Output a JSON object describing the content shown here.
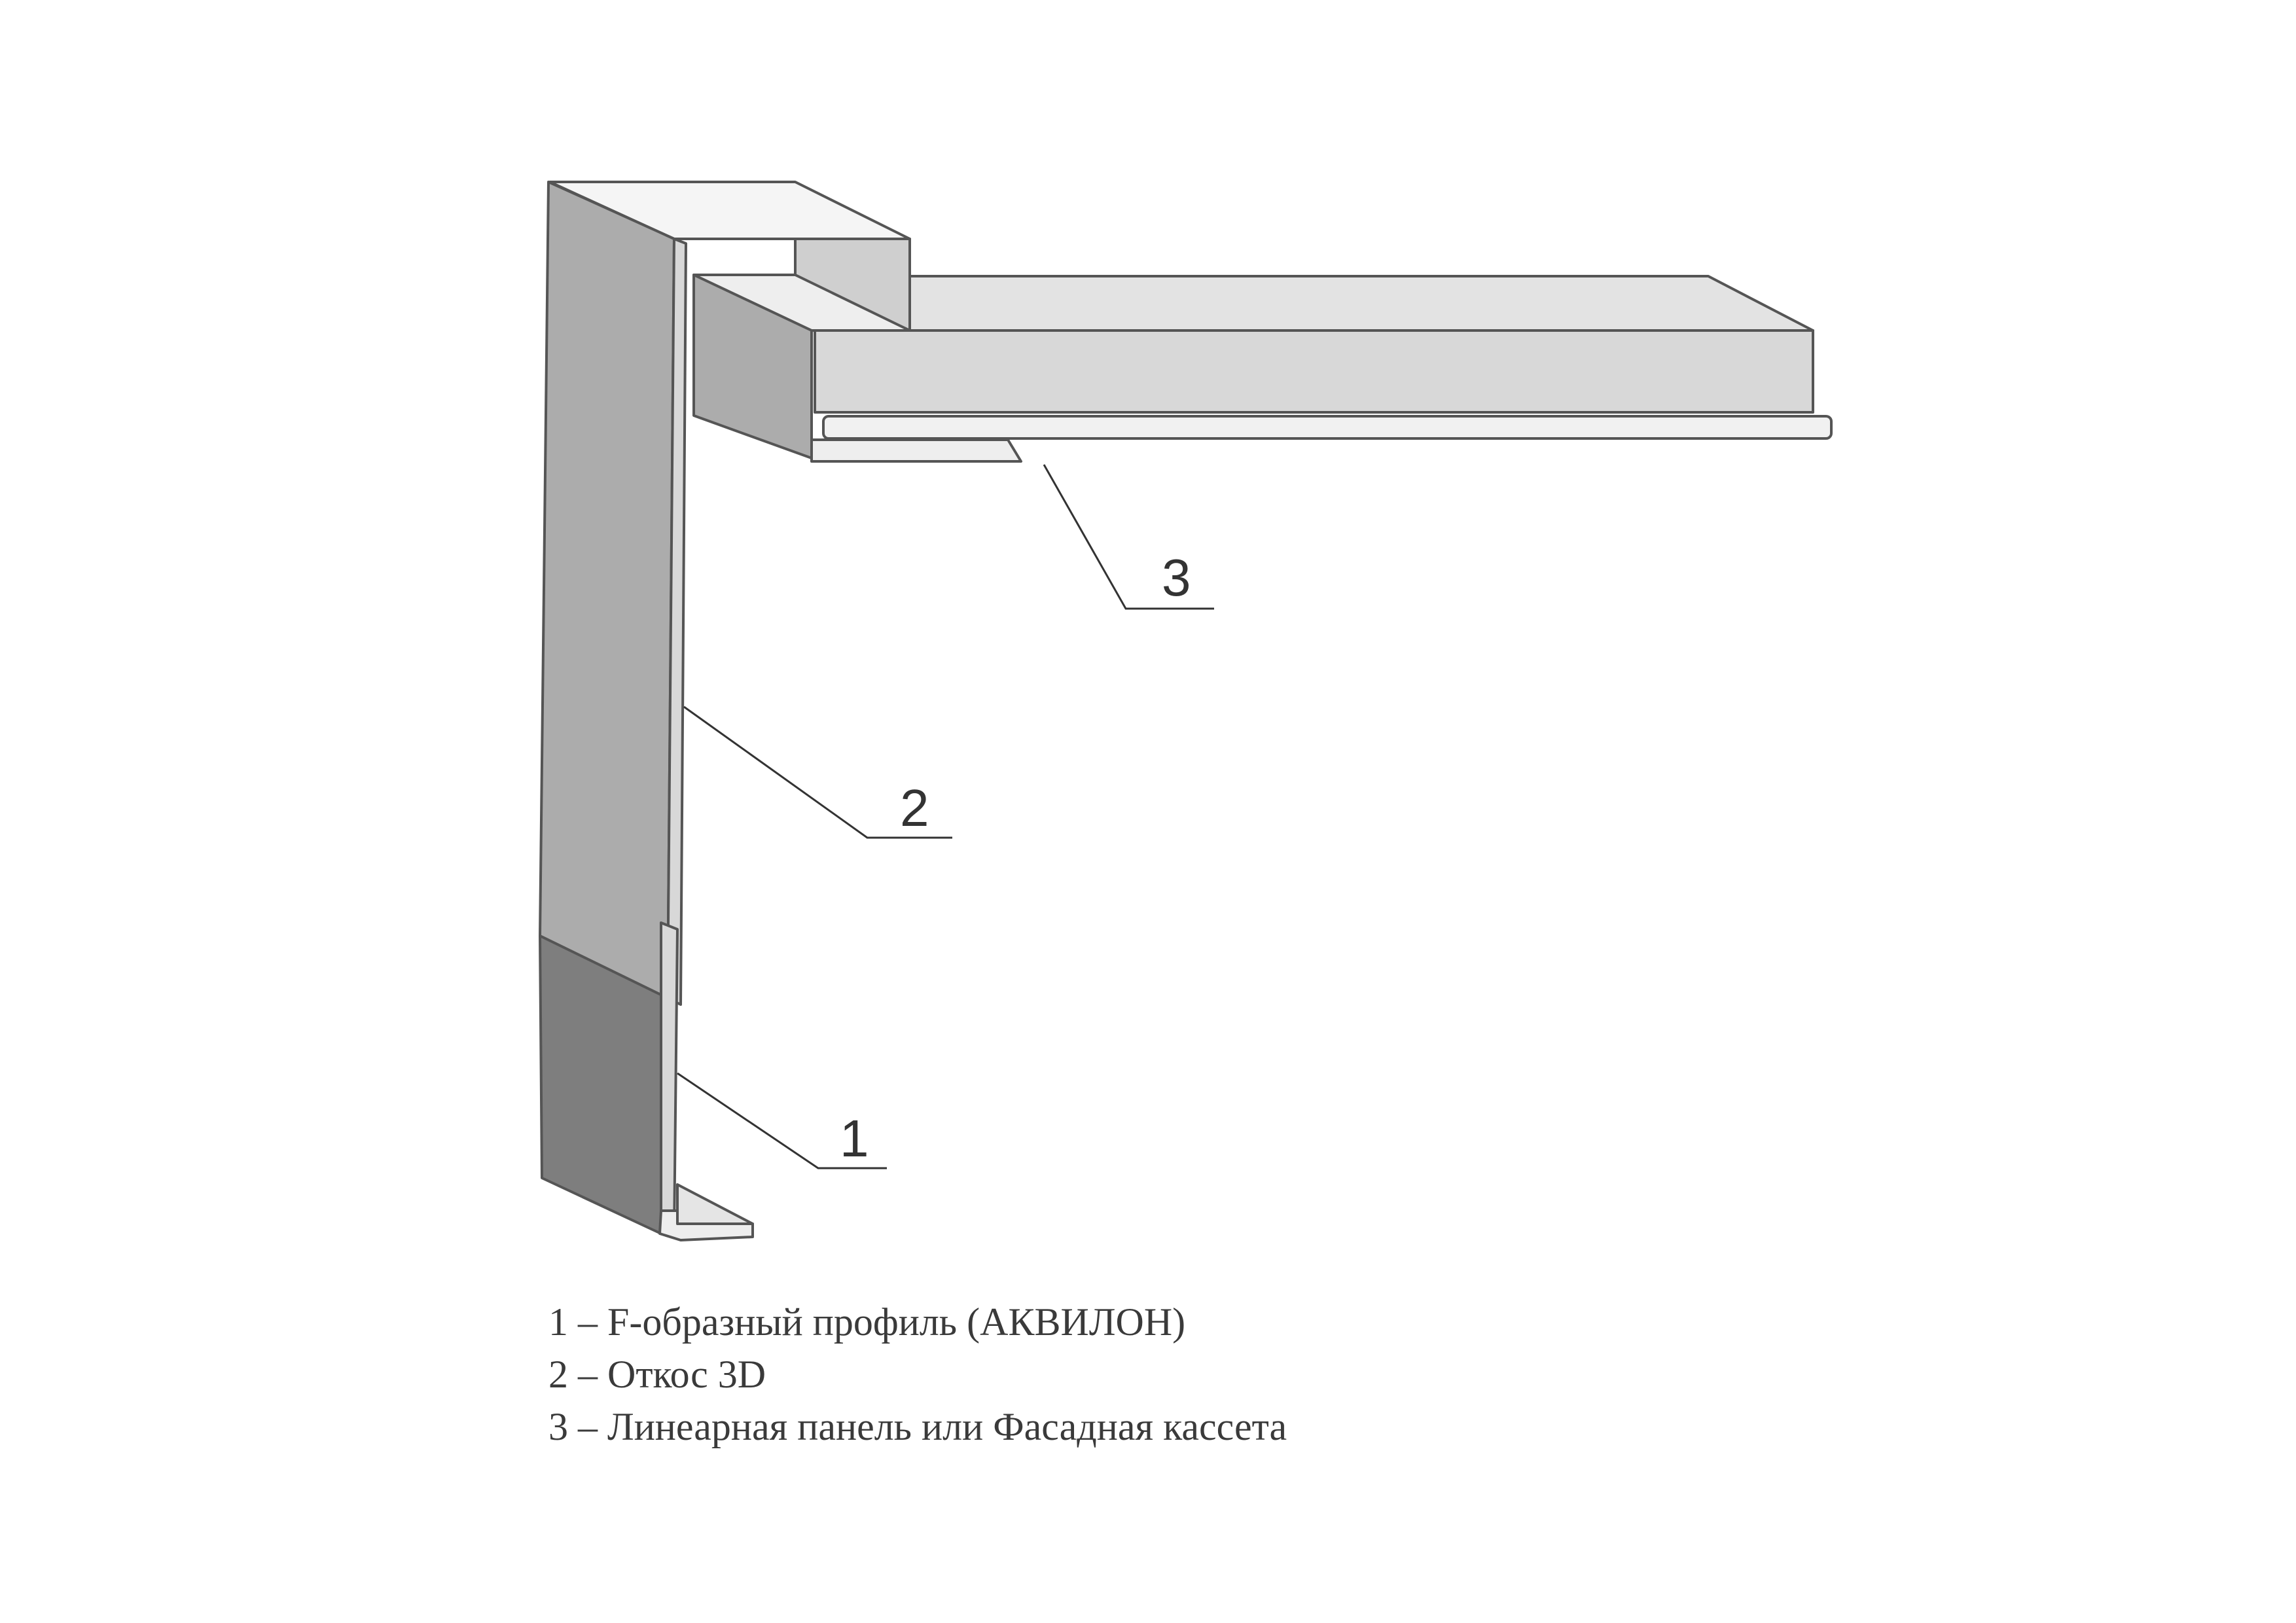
{
  "callouts": [
    {
      "number": "1"
    },
    {
      "number": "2"
    },
    {
      "number": "3"
    }
  ],
  "legend": [
    "1 – F-образный профиль (АКВИЛОН)",
    "2 – Откос 3D",
    "3 – Линеарная панель или Фасадная кассета"
  ],
  "colors": {
    "background": "#ffffff",
    "outline": "#555555",
    "slope_face": "#acacac",
    "slope_inner": "#d4d4d4",
    "profile_dark": "#7e7e7e",
    "panel_top": "#e3e3e3",
    "panel_front": "#d7d7d7",
    "leader_line": "#333333"
  }
}
